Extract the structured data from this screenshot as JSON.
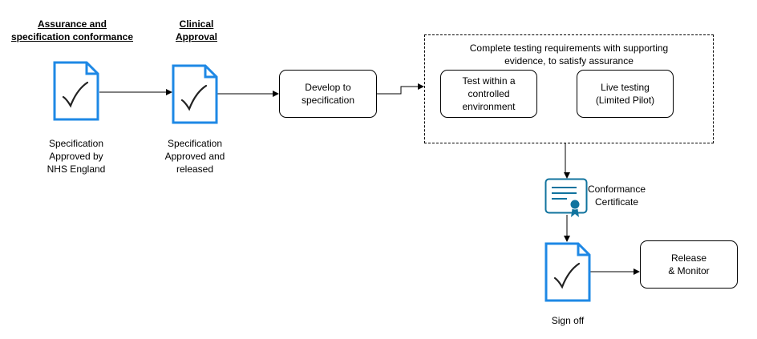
{
  "headers": {
    "assurance": [
      "Assurance and",
      "specification conformance"
    ],
    "clinical": [
      "Clinical",
      "Approval"
    ]
  },
  "captions": {
    "spec_approved": [
      "Specification",
      "Approved by",
      "NHS England"
    ],
    "spec_released": [
      "Specification",
      "Approved and",
      "released"
    ],
    "certificate": [
      "Conformance",
      "Certificate"
    ],
    "sign_off": "Sign off"
  },
  "boxes": {
    "develop": [
      "Develop to",
      "specification"
    ],
    "testing_group": [
      "Complete testing requirements with supporting",
      "evidence, to satisfy assurance"
    ],
    "test_controlled": [
      "Test within a",
      "controlled",
      "environment"
    ],
    "live_testing": [
      "Live testing",
      "(Limited Pilot)"
    ],
    "release": [
      "Release",
      "& Monitor"
    ]
  },
  "colors": {
    "document_icon": "#1e88e5",
    "certificate_icon": "#10739e",
    "lines": "#000000"
  }
}
